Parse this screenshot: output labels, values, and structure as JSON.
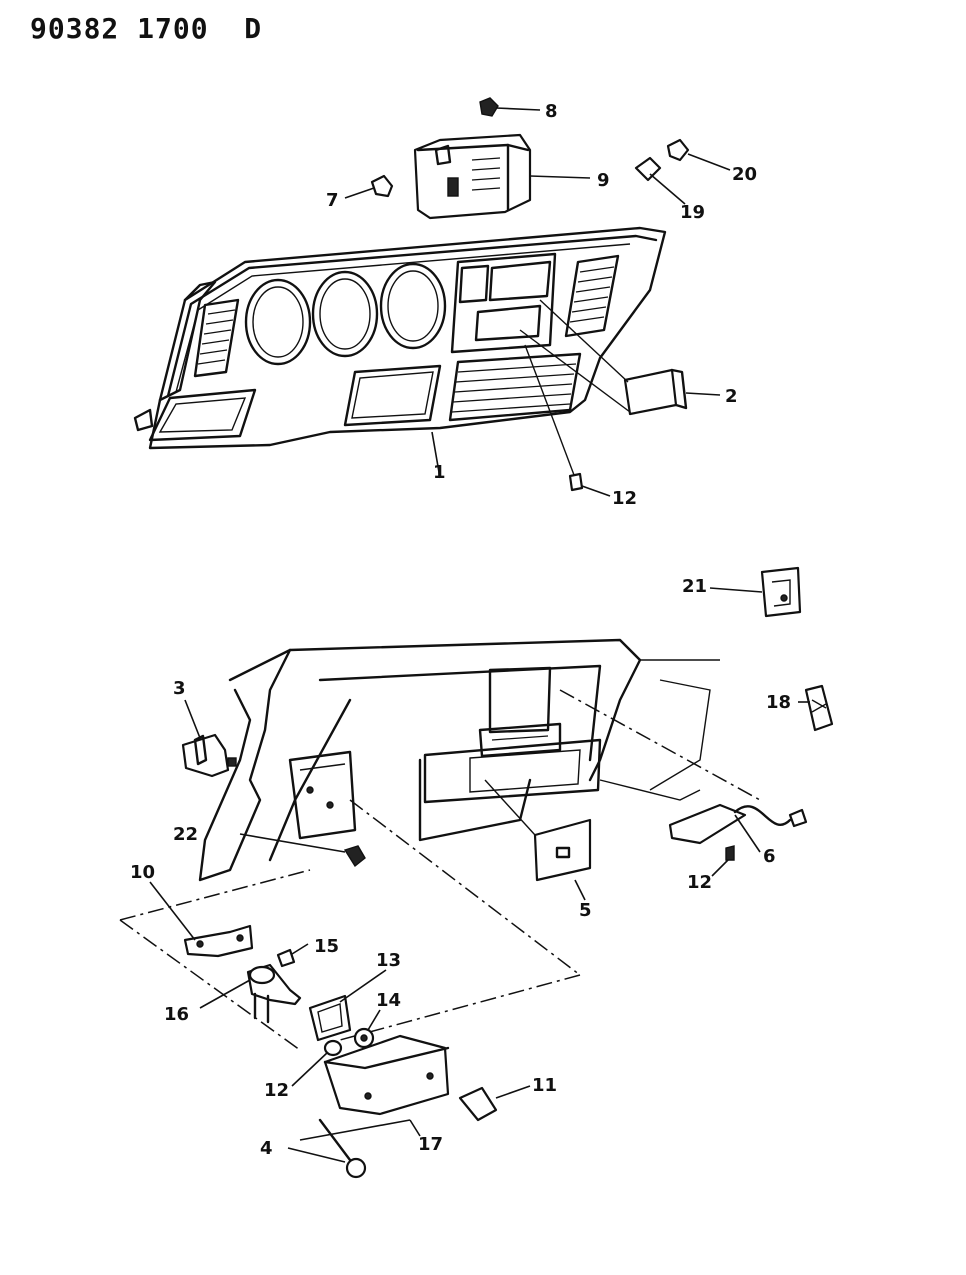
{
  "header": {
    "document_id": "90382 1700  D"
  },
  "callouts": [
    {
      "id": "1",
      "label": "1",
      "part": "instrument-cluster-bezel"
    },
    {
      "id": "2",
      "label": "2",
      "part": "air-outlet-duct"
    },
    {
      "id": "3",
      "label": "3",
      "part": "switch"
    },
    {
      "id": "4",
      "label": "4",
      "part": "pin"
    },
    {
      "id": "5",
      "label": "5",
      "part": "glove-box-door"
    },
    {
      "id": "6",
      "label": "6",
      "part": "glove-box-lamp"
    },
    {
      "id": "7",
      "label": "7",
      "part": "clip"
    },
    {
      "id": "8",
      "label": "8",
      "part": "nut"
    },
    {
      "id": "9",
      "label": "9",
      "part": "module"
    },
    {
      "id": "10",
      "label": "10",
      "part": "hinge"
    },
    {
      "id": "11",
      "label": "11",
      "part": "bumper"
    },
    {
      "id": "12a",
      "label": "12",
      "part": "screw"
    },
    {
      "id": "12b",
      "label": "12",
      "part": "screw"
    },
    {
      "id": "12c",
      "label": "12",
      "part": "screw"
    },
    {
      "id": "13",
      "label": "13",
      "part": "bezel"
    },
    {
      "id": "14",
      "label": "14",
      "part": "nut"
    },
    {
      "id": "15",
      "label": "15",
      "part": "screw"
    },
    {
      "id": "16",
      "label": "16",
      "part": "lock-cylinder"
    },
    {
      "id": "17",
      "label": "17",
      "part": "latch-housing"
    },
    {
      "id": "18",
      "label": "18",
      "part": "bulb"
    },
    {
      "id": "19",
      "label": "19",
      "part": "bulb"
    },
    {
      "id": "20",
      "label": "20",
      "part": "socket"
    },
    {
      "id": "21",
      "label": "21",
      "part": "bracket"
    },
    {
      "id": "22",
      "label": "22",
      "part": "screw"
    }
  ],
  "icons": {
    "bezel": "instrument-bezel-icon",
    "dash": "dash-panel-icon",
    "lamp": "lamp-icon",
    "lock": "lock-icon"
  }
}
